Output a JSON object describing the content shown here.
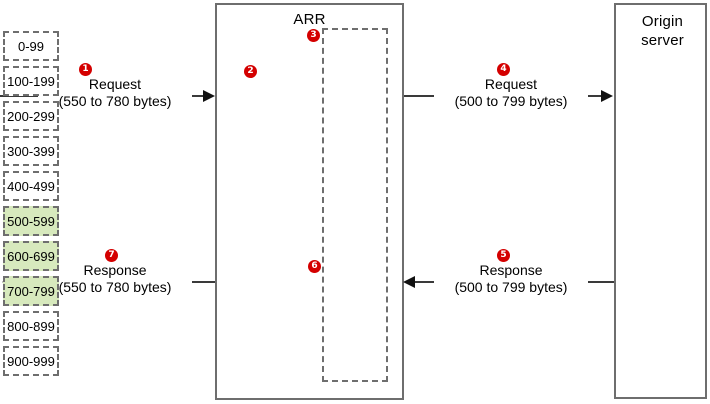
{
  "diagram": {
    "title_arr": "ARR",
    "title_origin_line1": "Origin",
    "title_origin_line2": "server",
    "colors": {
      "badge": "#d40000",
      "cached_slot": "#d7e9bd",
      "box_border": "#6e6e6e",
      "arrow": "#111111"
    }
  },
  "nodes": [
    {
      "id": "arr",
      "label": "ARR"
    },
    {
      "id": "origin",
      "label": "Origin server"
    }
  ],
  "slots": [
    {
      "range": "0-99",
      "cached": false
    },
    {
      "range": "100-199",
      "cached": false
    },
    {
      "range": "200-299",
      "cached": false
    },
    {
      "range": "300-399",
      "cached": false
    },
    {
      "range": "400-499",
      "cached": false
    },
    {
      "range": "500-599",
      "cached": true
    },
    {
      "range": "600-699",
      "cached": true
    },
    {
      "range": "700-799",
      "cached": true
    },
    {
      "range": "800-899",
      "cached": false
    },
    {
      "range": "900-999",
      "cached": false
    }
  ],
  "flows": [
    {
      "id": "client-request",
      "line1": "Request",
      "line2": "(550 to 780 bytes)",
      "direction": "right"
    },
    {
      "id": "origin-request",
      "line1": "Request",
      "line2": "(500 to 799 bytes)",
      "direction": "right"
    },
    {
      "id": "origin-response",
      "line1": "Response",
      "line2": "(500 to 799 bytes)",
      "direction": "left"
    },
    {
      "id": "client-response",
      "line1": "Response",
      "line2": "(550 to 780 bytes)",
      "direction": "left"
    }
  ],
  "steps": [
    {
      "n": "1"
    },
    {
      "n": "2"
    },
    {
      "n": "3"
    },
    {
      "n": "4"
    },
    {
      "n": "5"
    },
    {
      "n": "6"
    },
    {
      "n": "7"
    }
  ]
}
